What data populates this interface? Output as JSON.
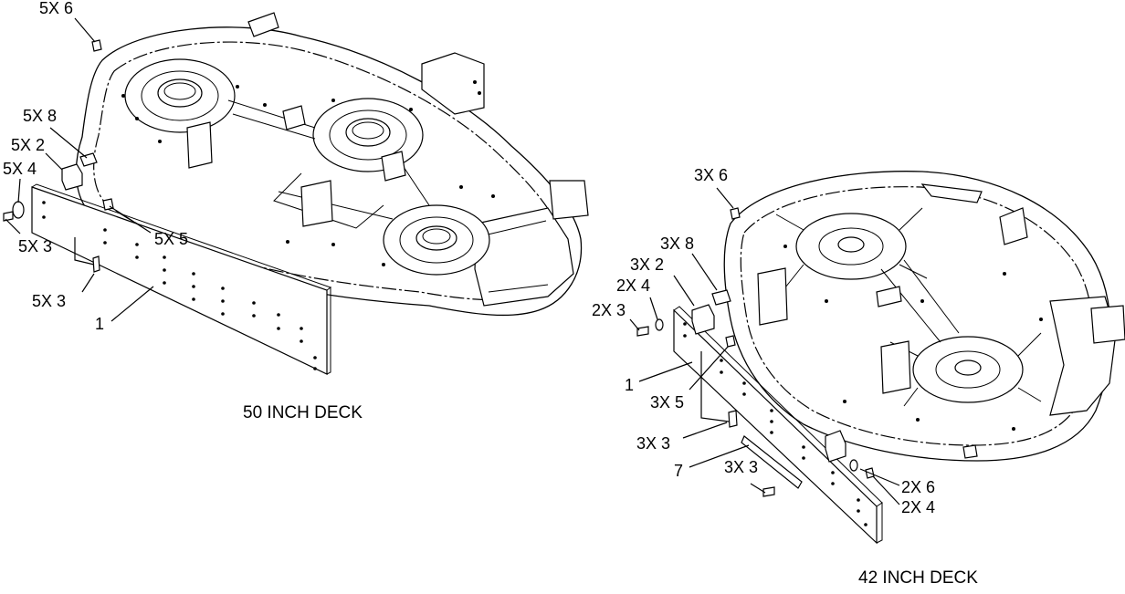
{
  "diagram": {
    "left_assembly": {
      "title": "50 INCH DECK",
      "callouts": [
        {
          "id": "c-5x6",
          "text": "5X 6"
        },
        {
          "id": "c-5x8",
          "text": "5X 8"
        },
        {
          "id": "c-5x2",
          "text": "5X 2"
        },
        {
          "id": "c-5x4",
          "text": "5X 4"
        },
        {
          "id": "c-5x5",
          "text": "5X 5"
        },
        {
          "id": "c-5x3a",
          "text": "5X 3"
        },
        {
          "id": "c-5x3b",
          "text": "5X 3"
        },
        {
          "id": "c-1",
          "text": "1"
        }
      ]
    },
    "right_assembly": {
      "title": "42 INCH DECK",
      "callouts": [
        {
          "id": "c-3x6",
          "text": "3X 6"
        },
        {
          "id": "c-3x8",
          "text": "3X 8"
        },
        {
          "id": "c-3x2",
          "text": "3X 2"
        },
        {
          "id": "c-2x4a",
          "text": "2X 4"
        },
        {
          "id": "c-2x3",
          "text": "2X 3"
        },
        {
          "id": "c-1r",
          "text": "1"
        },
        {
          "id": "c-3x5",
          "text": "3X 5"
        },
        {
          "id": "c-3x3a",
          "text": "3X 3"
        },
        {
          "id": "c-7",
          "text": "7"
        },
        {
          "id": "c-3x3b",
          "text": "3X 3"
        },
        {
          "id": "c-2x6",
          "text": "2X 6"
        },
        {
          "id": "c-2x4b",
          "text": "2X 4"
        }
      ]
    }
  }
}
